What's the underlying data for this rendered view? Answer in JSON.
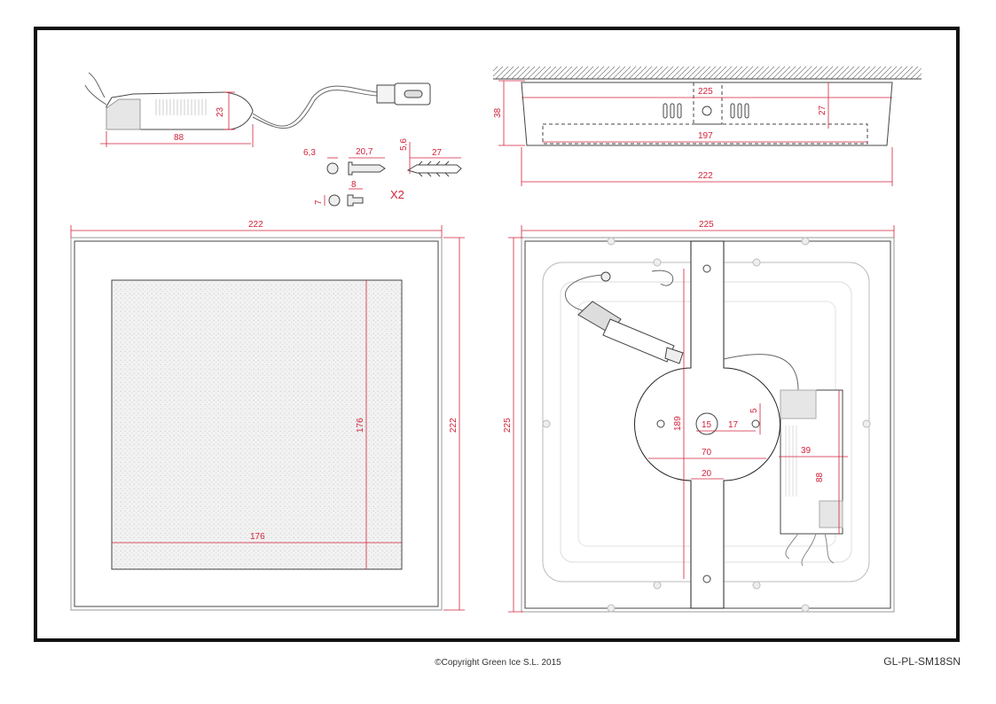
{
  "footer": {
    "copyright": "©Copyright Green Ice S.L. 2015",
    "model_code": "GL-PL-SM18SN"
  },
  "driver": {
    "length": "88",
    "height": "23"
  },
  "hardware": {
    "cap_diameter": "6,3",
    "screw_length": "20,7",
    "plug_diameter": "5,6",
    "plug_length": "27",
    "clip_length": "8",
    "clip_height": "7",
    "quantity": "X2"
  },
  "side_view": {
    "top_width": "225",
    "inner_width": "197",
    "bottom_width": "222",
    "total_height": "38",
    "inner_height": "27"
  },
  "front_view": {
    "outer_width": "222",
    "outer_height": "222",
    "diffuser_width": "176",
    "diffuser_height": "176"
  },
  "back_view": {
    "outer_width": "225",
    "outer_height": "225",
    "bracket_length": "189",
    "disc_diameter": "70",
    "bracket_width": "20",
    "center_hole": "15",
    "hole_offset": "17",
    "small_hole": "5",
    "driver_width": "39",
    "driver_length": "88"
  },
  "colors": {
    "dimension": "#d2233c",
    "frame": "#111111",
    "line": "#444444"
  }
}
